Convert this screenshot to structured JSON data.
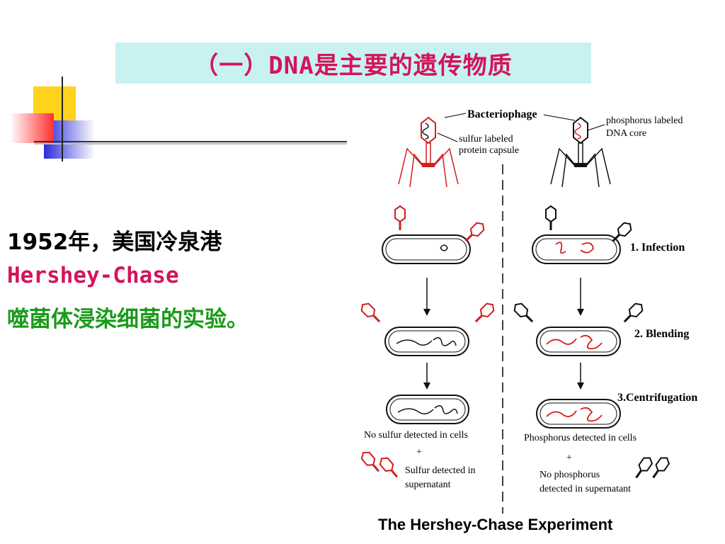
{
  "slide": {
    "title": "（一）DNA是主要的遗传物质",
    "line1": "1952年，美国冷泉港",
    "line2": "Hershey-Chase",
    "line3": "噬菌体浸染细菌的实验。"
  },
  "diagram": {
    "bacteriophage": "Bacteriophage",
    "sulfur_line1": "sulfur labeled",
    "sulfur_line2": "protein capsule",
    "phos_line1": "phosphorus labeled",
    "phos_line2": "DNA core",
    "step1": "1. Infection",
    "step2": "2. Blending",
    "step3": "3.Centrifugation",
    "left_result": "No sulfur detected in cells",
    "right_result": "Phosphorus detected in cells",
    "plus": "+",
    "left_super1": "Sulfur detected in",
    "left_super2": "supernatant",
    "right_super1": "No phosphorus",
    "right_super2": "detected in supernatant",
    "caption": "The Hershey-Chase Experiment"
  },
  "colors": {
    "title_text": "#d4145a",
    "title_bg": "#c8f2f2",
    "red_text": "#d4145a",
    "green_text": "#1a9a1a",
    "label_red": "#d21e1e"
  }
}
